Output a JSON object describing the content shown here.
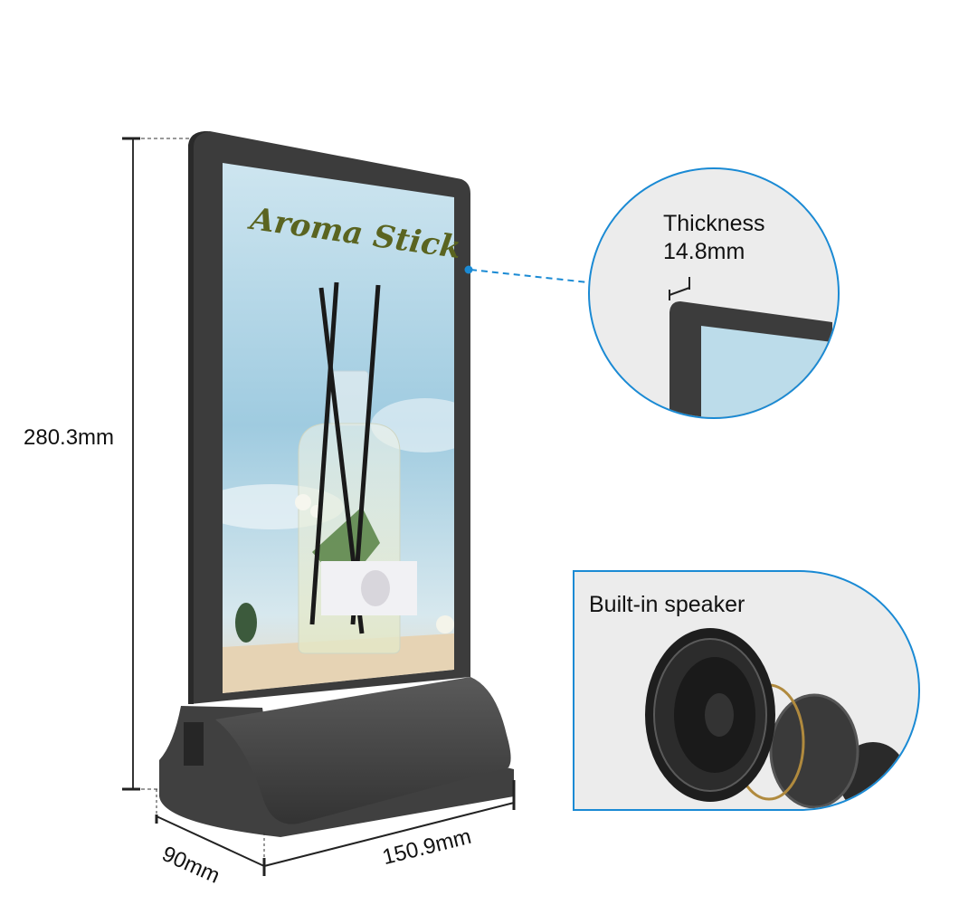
{
  "dimensions": {
    "height": "280.3mm",
    "depth": "90mm",
    "width": "150.9mm"
  },
  "screen": {
    "headline": "Aroma Stick"
  },
  "callouts": {
    "thickness": {
      "label": "Thickness",
      "value": "14.8mm"
    },
    "speaker": {
      "label": "Built-in speaker"
    }
  },
  "colors": {
    "accent_blue": "#1a8ad4",
    "frame": "#3a3a3a",
    "callout_bg": "#ececec",
    "headline": "#5a6420"
  }
}
